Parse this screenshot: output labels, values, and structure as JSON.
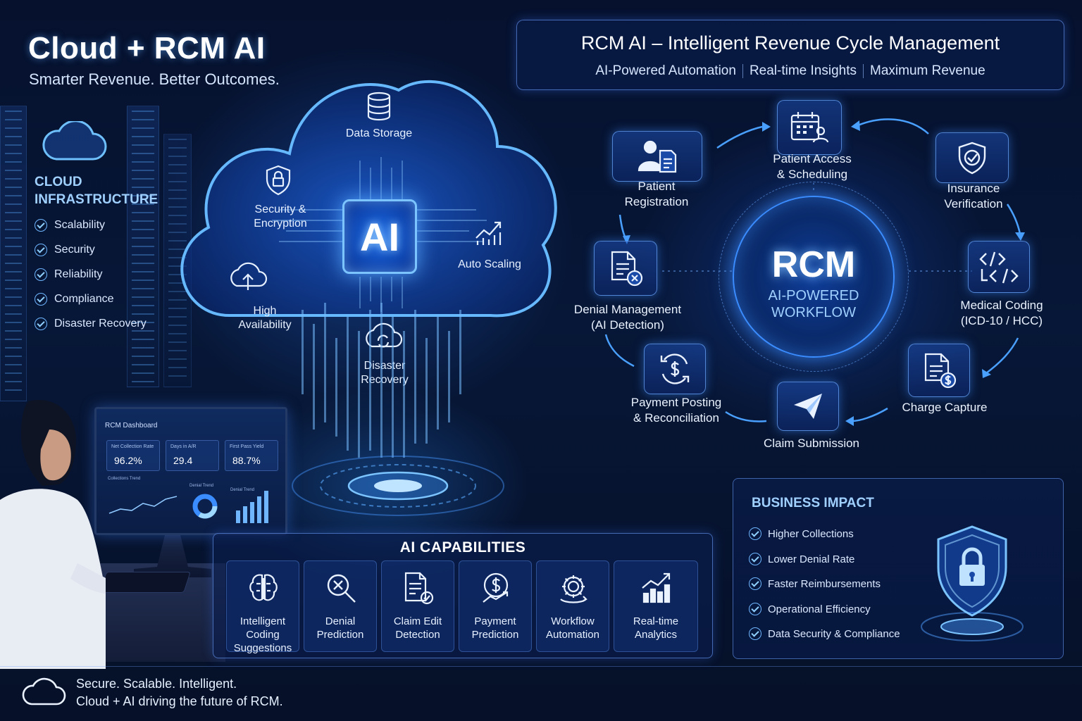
{
  "header": {
    "title": "Cloud + RCM AI",
    "subtitle": "Smarter Revenue. Better Outcomes."
  },
  "infrastructure": {
    "title": "CLOUD INFRASTRUCTURE",
    "items": [
      "Scalability",
      "Security",
      "Reliability",
      "Compliance",
      "Disaster Recovery"
    ]
  },
  "cloud": {
    "chip_label": "AI",
    "features": {
      "data_storage": "Data Storage",
      "security": "Security & Encryption",
      "auto_scaling": "Auto Scaling",
      "high_availability": "High Availability",
      "disaster_recovery": "Disaster Recovery"
    }
  },
  "dashboard": {
    "title": "RCM Dashboard",
    "kpis": [
      {
        "label": "Net Collection Rate",
        "value": "96.2%"
      },
      {
        "label": "Days in A/R",
        "value": "29.4"
      },
      {
        "label": "First Pass Yield",
        "value": "88.7%"
      }
    ],
    "trends": [
      "Collections Trend",
      "Denial Trend",
      "Denial Trend"
    ]
  },
  "rcm_header": {
    "title": "RCM AI – Intelligent Revenue Cycle Management",
    "tags": [
      "AI-Powered Automation",
      "Real-time Insights",
      "Maximum Revenue"
    ]
  },
  "workflow": {
    "center_title": "RCM",
    "center_subtitle_1": "AI-POWERED",
    "center_subtitle_2": "WORKFLOW",
    "steps": {
      "patient_access": [
        "Patient Access",
        "& Scheduling"
      ],
      "insurance": [
        "Insurance",
        "Verification"
      ],
      "coding": [
        "Medical Coding",
        "(ICD-10 / HCC)"
      ],
      "charge": [
        "Charge Capture"
      ],
      "claim": [
        "Claim Submission"
      ],
      "payment": [
        "Payment Posting",
        "& Reconciliation"
      ],
      "denial": [
        "Denial Management",
        "(AI Detection)"
      ],
      "registration": [
        "Patient",
        "Registration"
      ]
    }
  },
  "capabilities": {
    "title": "AI CAPABILITIES",
    "items": [
      [
        "Intelligent",
        "Coding",
        "Suggestions"
      ],
      [
        "Denial",
        "Prediction"
      ],
      [
        "Claim Edit",
        "Detection"
      ],
      [
        "Payment",
        "Prediction"
      ],
      [
        "Workflow",
        "Automation"
      ],
      [
        "Real-time",
        "Analytics"
      ]
    ]
  },
  "impact": {
    "title": "BUSINESS IMPACT",
    "items": [
      "Higher Collections",
      "Lower Denial Rate",
      "Faster Reimbursements",
      "Operational Efficiency",
      "Data Security & Compliance"
    ]
  },
  "footer": {
    "line1": "Secure. Scalable. Intelligent.",
    "line2": "Cloud + AI driving the future of RCM."
  },
  "colors": {
    "background": "#071737",
    "accent": "#3a8cff",
    "highlight": "#9fd0ff"
  }
}
